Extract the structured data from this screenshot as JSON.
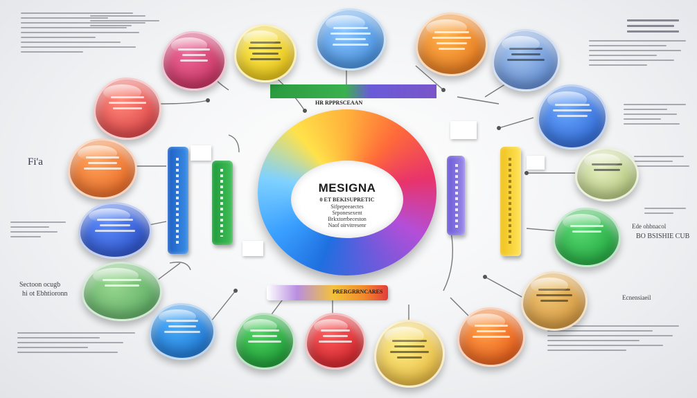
{
  "diagram": {
    "center_title": "MESIGNA",
    "center_subtitles": [
      "0 ET BEKISUPRETIC",
      "Sifpepeeaectes",
      "Srponesexent",
      "Brkxtorrbeceston",
      "Naof oirvitresenr"
    ],
    "top_banner_text": "HR RPPRSCEAAN",
    "bottom_bar_text": "PRERGRRNCARES",
    "left_annotations": [
      "Fi'a",
      "Sectoon ocugb",
      "hi ot Ebhtioronn"
    ],
    "right_annotations": [
      "BO BSISHIE CUB",
      "Ede ohbnacol",
      "Ecnensiaeil"
    ],
    "bubble_colors": [
      "#d6376a",
      "#f2d21a",
      "#4f9ee8",
      "#f08a1e",
      "#5b86d8",
      "#e9504a",
      "#ef7a25",
      "#2f66d6",
      "#7bbf6c",
      "#bfcf8a",
      "#2aa84a",
      "#e6a845",
      "#f06a2a",
      "#1f8ad6",
      "#22a23e",
      "#e0242e",
      "#f0c04a",
      "#ee6a1f"
    ]
  }
}
